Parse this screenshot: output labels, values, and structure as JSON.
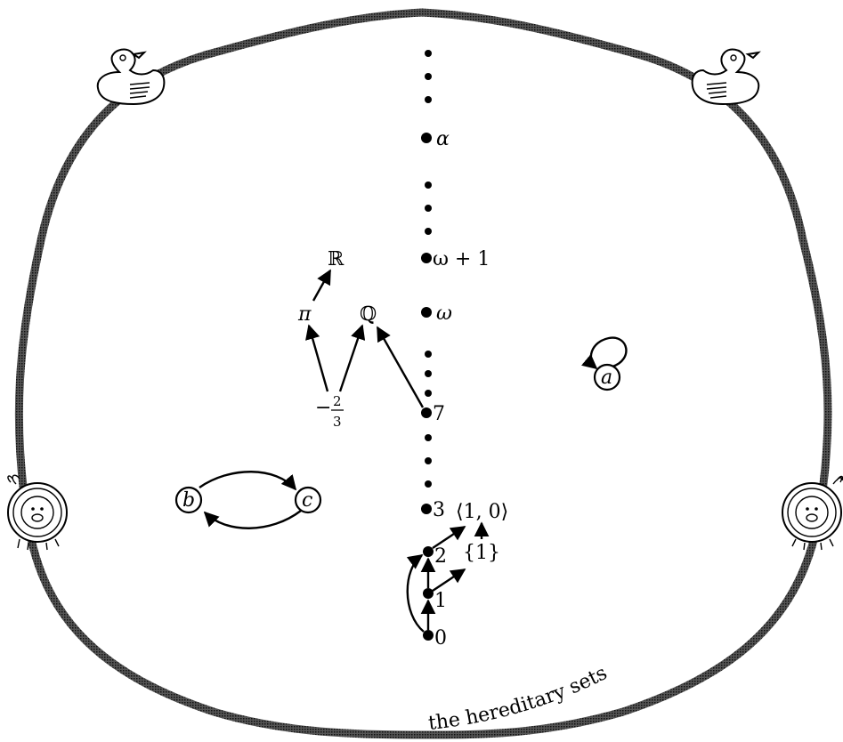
{
  "diagram": {
    "caption": "the hereditary sets",
    "ordinal_labels": {
      "alpha": "α",
      "omega_plus_one": "ω + 1",
      "omega": "ω",
      "seven": "7",
      "three": "3",
      "two": "2",
      "one": "1",
      "zero": "0"
    },
    "set_labels": {
      "pair": "⟨1, 0⟩",
      "singleton": "{1}"
    },
    "number_labels": {
      "reals": "ℝ",
      "rationals": "ℚ",
      "pi": "π",
      "minus_sign": "−",
      "frac_num": "2",
      "frac_den": "3"
    },
    "atom_labels": {
      "a": "a",
      "b": "b",
      "c": "c"
    }
  }
}
